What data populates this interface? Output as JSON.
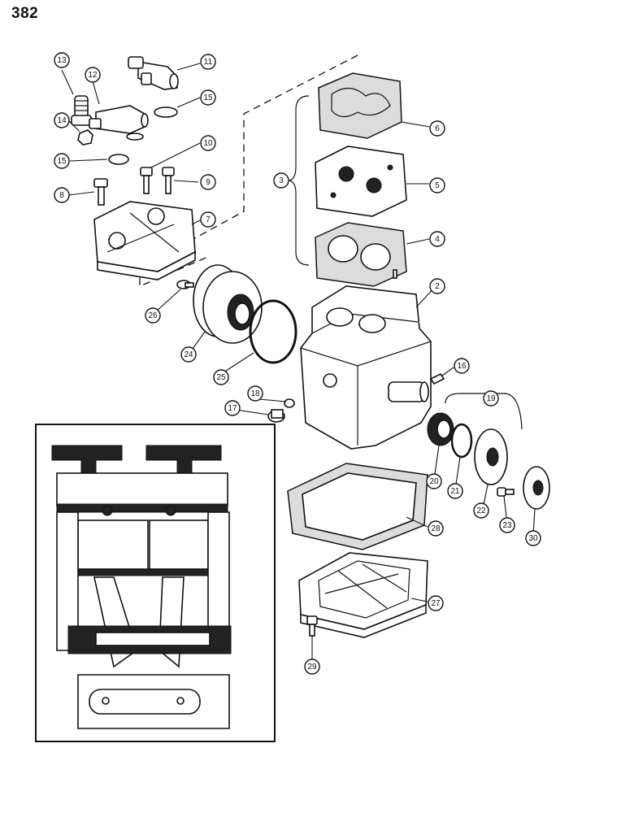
{
  "page_number": "382",
  "callouts": [
    {
      "label": "13"
    },
    {
      "label": "12"
    },
    {
      "label": "11"
    },
    {
      "label": "15"
    },
    {
      "label": "14"
    },
    {
      "label": "15"
    },
    {
      "label": "10"
    },
    {
      "label": "8"
    },
    {
      "label": "9"
    },
    {
      "label": "7"
    },
    {
      "label": "6"
    },
    {
      "label": "3"
    },
    {
      "label": "5"
    },
    {
      "label": "4"
    },
    {
      "label": "2"
    },
    {
      "label": "26"
    },
    {
      "label": "24"
    },
    {
      "label": "25"
    },
    {
      "label": "18"
    },
    {
      "label": "17"
    },
    {
      "label": "16"
    },
    {
      "label": "19"
    },
    {
      "label": "20"
    },
    {
      "label": "21"
    },
    {
      "label": "22"
    },
    {
      "label": "23"
    },
    {
      "label": "30"
    },
    {
      "label": "28"
    },
    {
      "label": "27"
    },
    {
      "label": "29"
    }
  ]
}
